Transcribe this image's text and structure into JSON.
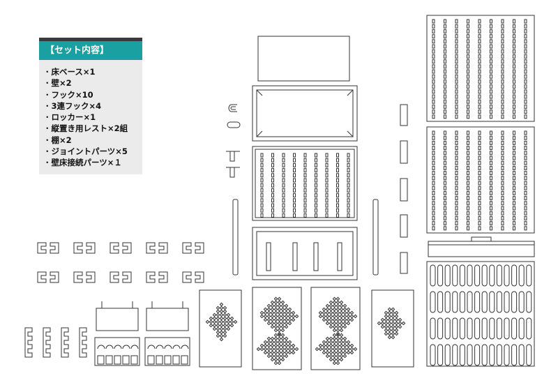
{
  "contents": {
    "title": "【セット内容】",
    "items": [
      "床ベース×1",
      "壁×2",
      "フック×10",
      "3連フック×4",
      "ロッカー×1",
      "縦置き用レスト×2組",
      "棚×2",
      "ジョイントパーツ×5",
      "壁床接続パーツ×１"
    ]
  },
  "colors": {
    "header": "#1aa0a0",
    "header_bar": "#3a3a3a",
    "panel": "#ebebeb",
    "line": "#333333"
  }
}
